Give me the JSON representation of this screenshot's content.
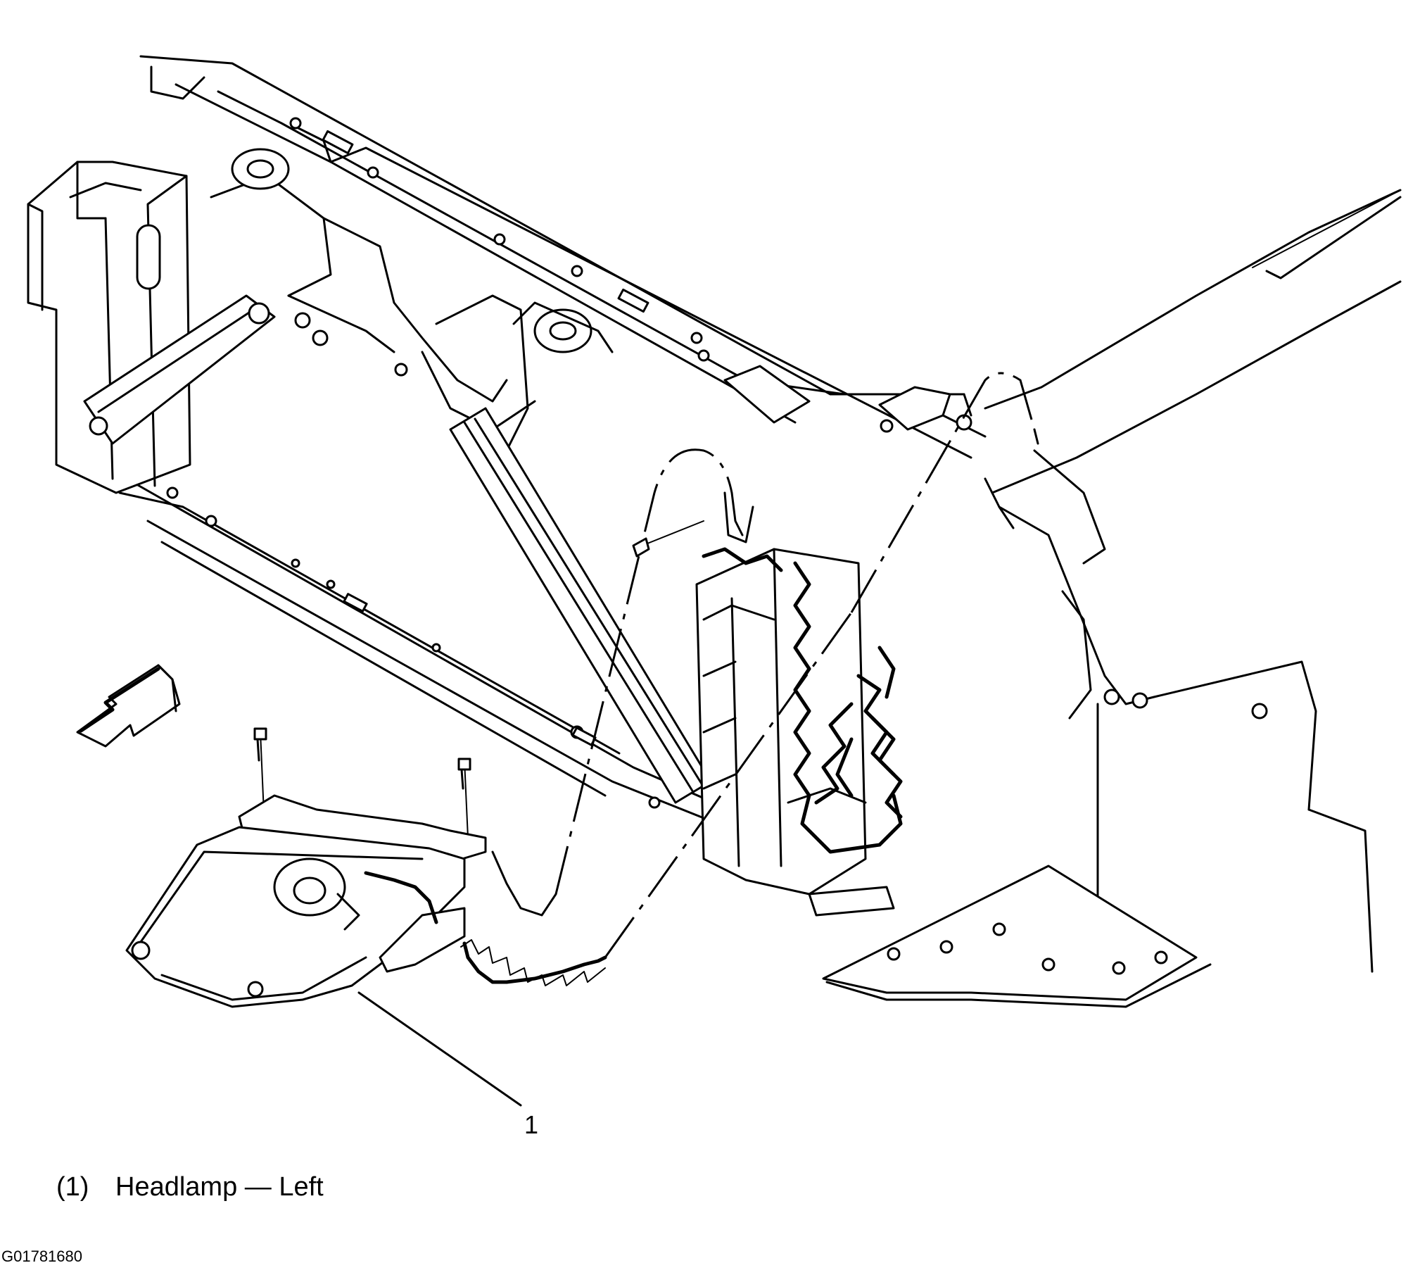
{
  "callouts": [
    {
      "number": "1"
    }
  ],
  "legend": [
    {
      "number": "(1)",
      "label": "Headlamp — Left"
    }
  ],
  "figure_id": "G01781680"
}
